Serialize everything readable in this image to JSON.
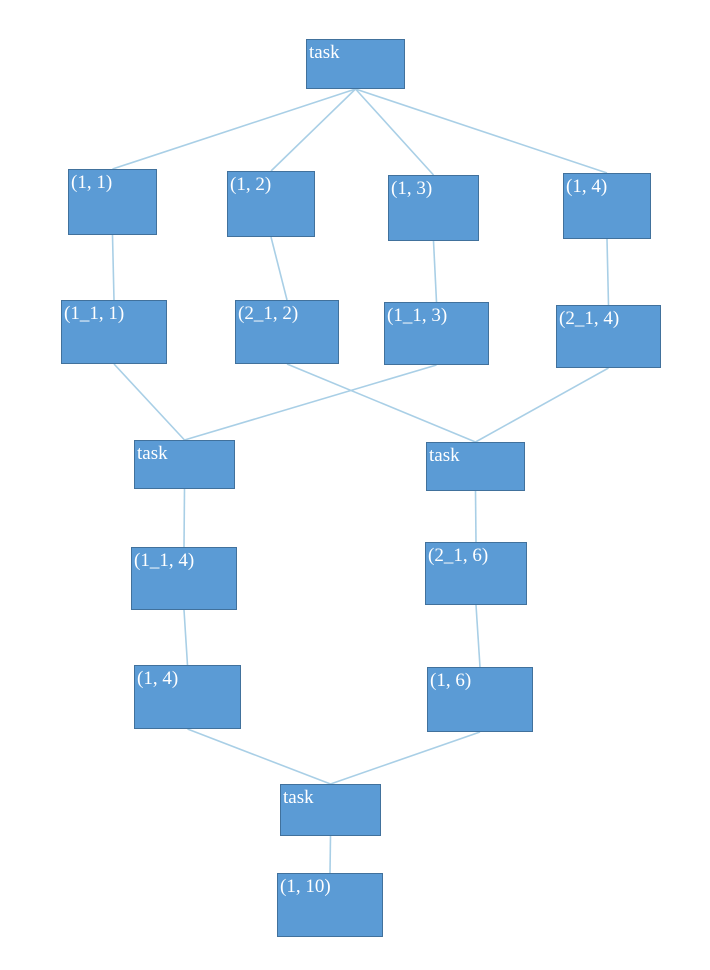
{
  "diagram": {
    "colors": {
      "node_fill": "#5b9bd5",
      "node_border": "#41719c",
      "edge": "#a9cfe6",
      "text": "#ffffff"
    },
    "nodes": [
      {
        "id": "n0",
        "label": "task"
      },
      {
        "id": "n1",
        "label": "(1, 1)"
      },
      {
        "id": "n2",
        "label": "(1, 2)"
      },
      {
        "id": "n3",
        "label": "(1, 3)"
      },
      {
        "id": "n4",
        "label": "(1, 4)"
      },
      {
        "id": "n5",
        "label": "(1_1, 1)"
      },
      {
        "id": "n6",
        "label": "(2_1, 2)"
      },
      {
        "id": "n7",
        "label": "(1_1, 3)"
      },
      {
        "id": "n8",
        "label": "(2_1, 4)"
      },
      {
        "id": "n9",
        "label": "task"
      },
      {
        "id": "n10",
        "label": "task"
      },
      {
        "id": "n11",
        "label": "(1_1, 4)"
      },
      {
        "id": "n12",
        "label": "(2_1, 6)"
      },
      {
        "id": "n13",
        "label": "(1, 4)"
      },
      {
        "id": "n14",
        "label": "(1, 6)"
      },
      {
        "id": "n15",
        "label": "task"
      },
      {
        "id": "n16",
        "label": "(1, 10)"
      }
    ],
    "edges": [
      [
        "n0",
        "n1"
      ],
      [
        "n0",
        "n2"
      ],
      [
        "n0",
        "n3"
      ],
      [
        "n0",
        "n4"
      ],
      [
        "n1",
        "n5"
      ],
      [
        "n2",
        "n6"
      ],
      [
        "n3",
        "n7"
      ],
      [
        "n4",
        "n8"
      ],
      [
        "n5",
        "n9"
      ],
      [
        "n7",
        "n9"
      ],
      [
        "n6",
        "n10"
      ],
      [
        "n8",
        "n10"
      ],
      [
        "n9",
        "n11"
      ],
      [
        "n10",
        "n12"
      ],
      [
        "n11",
        "n13"
      ],
      [
        "n12",
        "n14"
      ],
      [
        "n13",
        "n15"
      ],
      [
        "n14",
        "n15"
      ],
      [
        "n15",
        "n16"
      ]
    ]
  }
}
